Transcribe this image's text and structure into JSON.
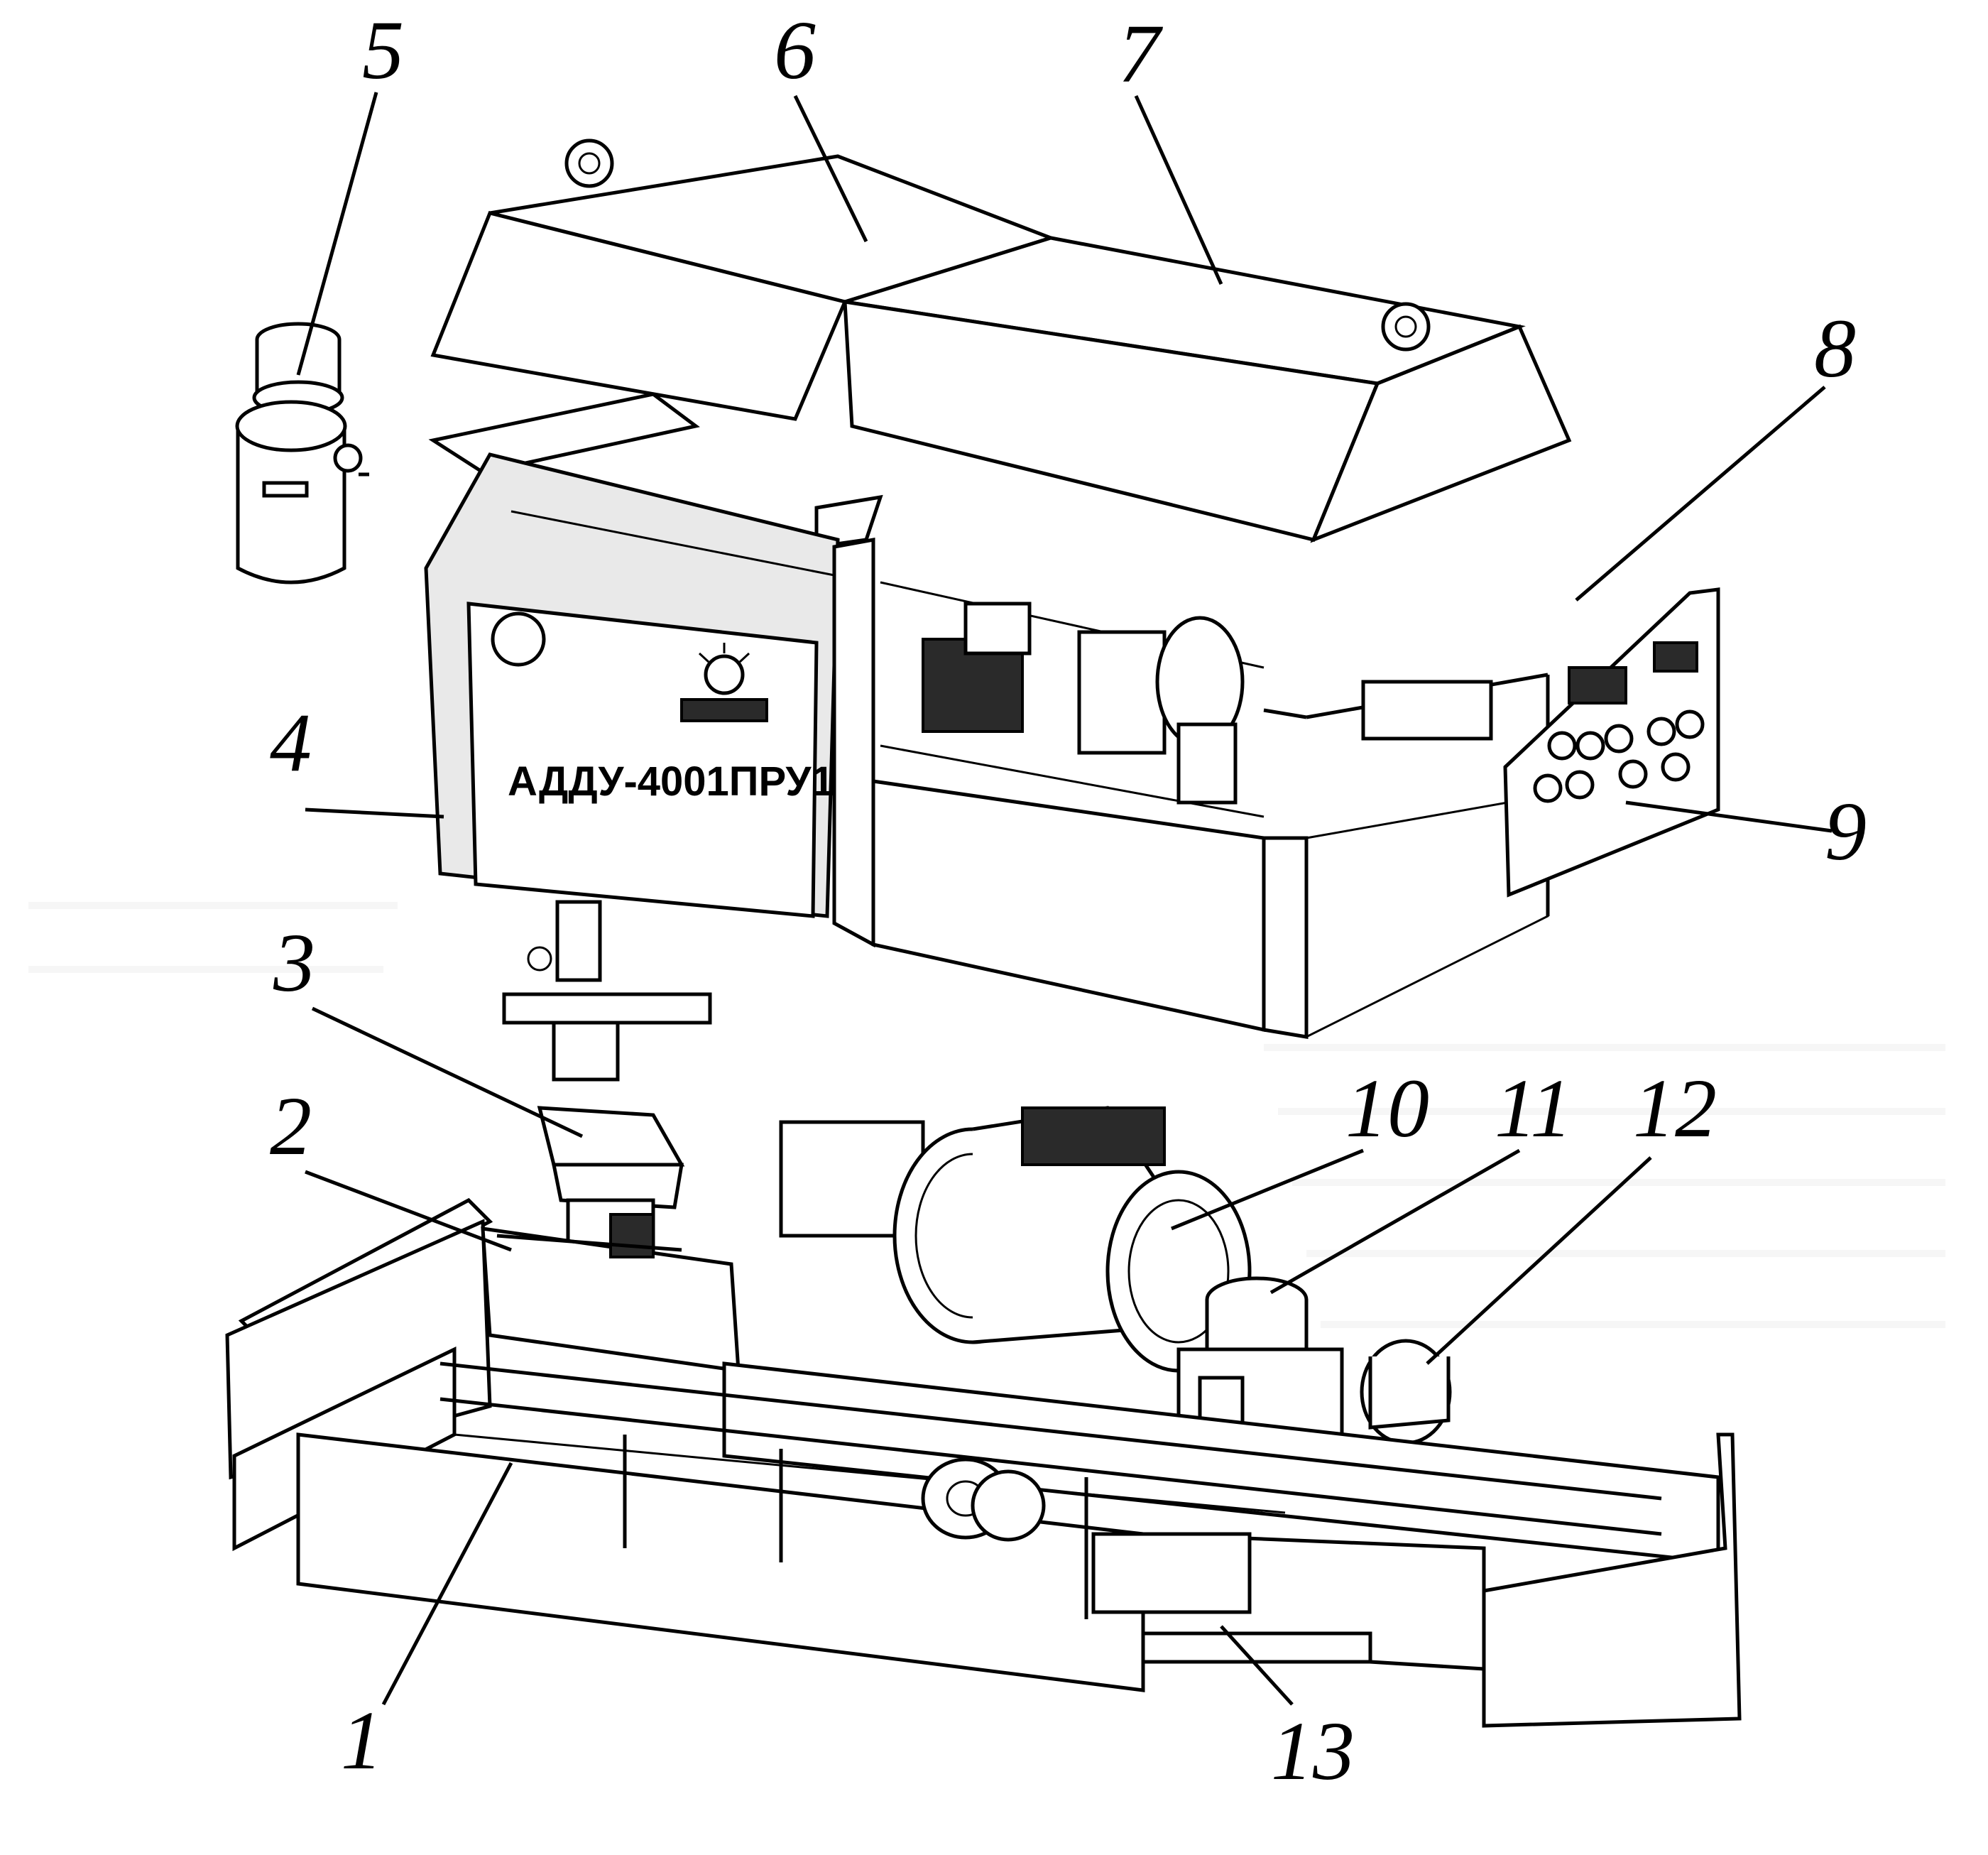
{
  "diagram": {
    "brand_text": "АДДУ-4001ПРУ1",
    "callouts": [
      {
        "id": "c1",
        "label": "1"
      },
      {
        "id": "c2",
        "label": "2"
      },
      {
        "id": "c3",
        "label": "3"
      },
      {
        "id": "c4",
        "label": "4"
      },
      {
        "id": "c5",
        "label": "5"
      },
      {
        "id": "c6",
        "label": "6"
      },
      {
        "id": "c7",
        "label": "7"
      },
      {
        "id": "c8",
        "label": "8"
      },
      {
        "id": "c9",
        "label": "9"
      },
      {
        "id": "c10",
        "label": "10"
      },
      {
        "id": "c11",
        "label": "11"
      },
      {
        "id": "c12",
        "label": "12"
      },
      {
        "id": "c13",
        "label": "13"
      }
    ]
  }
}
